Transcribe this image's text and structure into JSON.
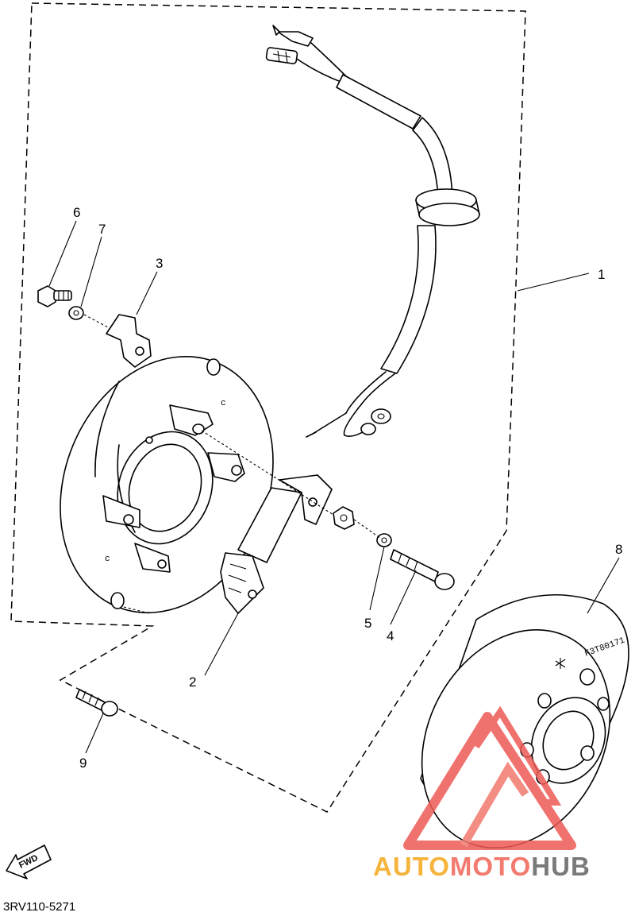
{
  "diagram": {
    "drawing_code": "3RV110-5271",
    "direction_marker": "FWD",
    "rotor_stamp": "F3T80171",
    "callouts": [
      {
        "id": "1",
        "label": "1"
      },
      {
        "id": "2",
        "label": "2"
      },
      {
        "id": "3",
        "label": "3"
      },
      {
        "id": "4",
        "label": "4"
      },
      {
        "id": "5",
        "label": "5"
      },
      {
        "id": "6",
        "label": "6"
      },
      {
        "id": "7",
        "label": "7"
      },
      {
        "id": "8",
        "label": "8"
      },
      {
        "id": "9",
        "label": "9"
      }
    ]
  },
  "watermark": {
    "part1": "AUTO",
    "part2": "MOTO",
    "part3": "HUB",
    "colors": {
      "auto": "#f5b43c",
      "moto": "#f27a6e",
      "hub": "#7a7a7a",
      "logo": "#ee5a55"
    }
  }
}
